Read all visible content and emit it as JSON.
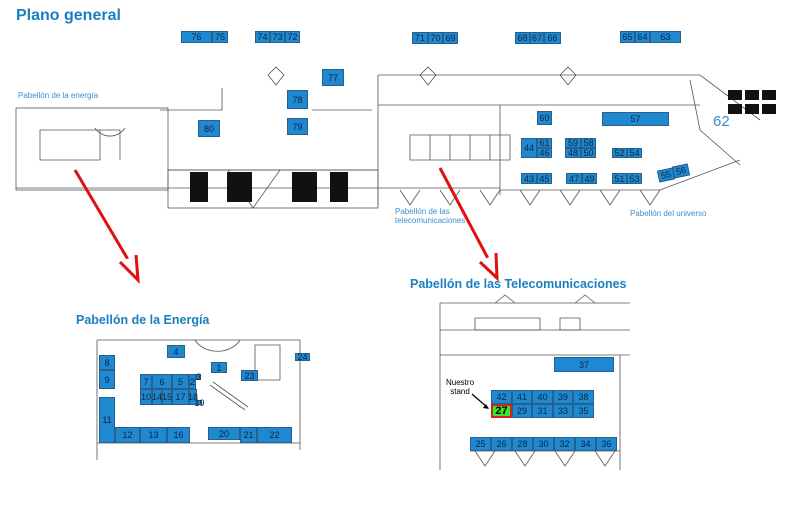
{
  "title": "Plano general",
  "general": {
    "labels": {
      "energia": "Pabellón de la energía",
      "telecom_1": "Pabellón de las",
      "telecom_2": "telecomunicaciones",
      "universo": "Pabellón del universo",
      "zone62": "62"
    },
    "stands": [
      "76",
      "75",
      "74",
      "73",
      "72",
      "71",
      "70",
      "69",
      "68",
      "67",
      "66",
      "65",
      "64",
      "63",
      "77",
      "78",
      "79",
      "80",
      "60",
      "57",
      "44",
      "61",
      "46",
      "59",
      "58",
      "48",
      "50",
      "52",
      "54",
      "43",
      "45",
      "47",
      "49",
      "51",
      "53",
      "55",
      "56"
    ]
  },
  "energia": {
    "title": "Pabellón de la Energía",
    "stands": [
      "8",
      "9",
      "11",
      "12",
      "13",
      "16",
      "7",
      "6",
      "5",
      "2",
      "3",
      "10",
      "14",
      "15",
      "17",
      "18",
      "19",
      "4",
      "1",
      "23",
      "24",
      "20",
      "21",
      "22"
    ]
  },
  "telecom": {
    "title": "Pabellón de las Telecomunicaciones",
    "our_stand_label_1": "Nuestro",
    "our_stand_label_2": "stand",
    "stands": [
      "37",
      "42",
      "41",
      "40",
      "39",
      "38",
      "27",
      "29",
      "31",
      "33",
      "35",
      "25",
      "26",
      "28",
      "30",
      "32",
      "34",
      "36"
    ]
  },
  "colors": {
    "stand": "#1e88d0",
    "our_stand": "#39e62a",
    "arrow": "#e01010",
    "title": "#1a7fc1"
  }
}
